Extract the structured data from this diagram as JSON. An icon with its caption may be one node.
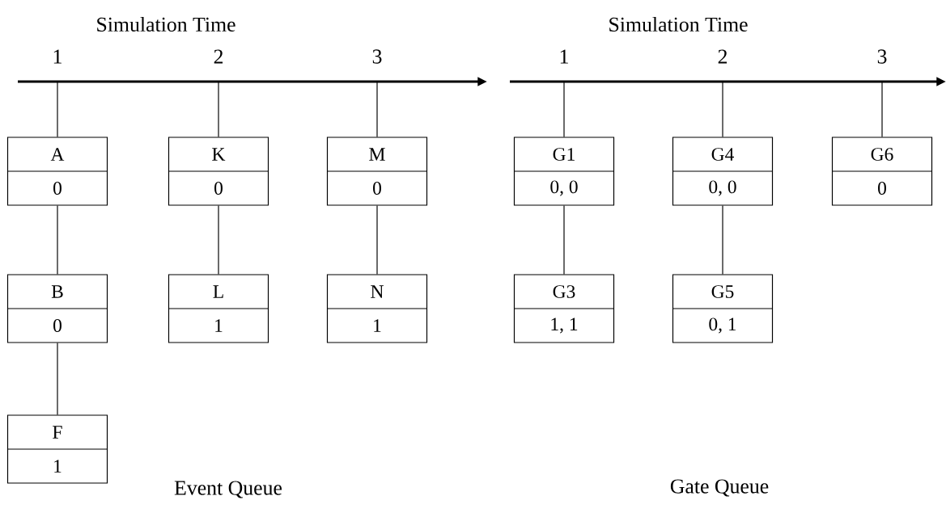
{
  "diagram": {
    "nodes": [
      {
        "text": [
          "A",
          "0"
        ]
      },
      {
        "text": [
          "B",
          "0"
        ]
      },
      {
        "text": [
          "F",
          "1"
        ]
      },
      {
        "text": [
          "K",
          "0"
        ]
      },
      {
        "text": [
          "L",
          "1"
        ]
      },
      {
        "text": [
          "M",
          "0"
        ]
      },
      {
        "text": [
          "N",
          "1"
        ]
      },
      {
        "text": [
          "G1",
          "0, 0"
        ]
      },
      {
        "text": [
          "G3",
          "1, 1"
        ]
      },
      {
        "text": [
          "G4",
          "0, 0"
        ]
      },
      {
        "text": [
          "G5",
          "0, 1"
        ]
      },
      {
        "text": [
          "G6",
          "0"
        ]
      }
    ],
    "edges": [
      {
        "from": null,
        "to": 0,
        "arrow": "none"
      },
      {
        "from": 0,
        "to": 1,
        "arrow": "none"
      },
      {
        "from": 1,
        "to": 2,
        "arrow": "none"
      },
      {
        "from": null,
        "to": 3,
        "arrow": "none"
      },
      {
        "from": 3,
        "to": 4,
        "arrow": "none"
      },
      {
        "from": null,
        "to": 5,
        "arrow": "none"
      },
      {
        "from": 5,
        "to": 6,
        "arrow": "none"
      },
      {
        "from": null,
        "to": 7,
        "arrow": "none"
      },
      {
        "from": 7,
        "to": 8,
        "arrow": "none"
      },
      {
        "from": null,
        "to": 9,
        "arrow": "none"
      },
      {
        "from": 9,
        "to": 10,
        "arrow": "none"
      },
      {
        "from": null,
        "to": 11,
        "arrow": "none"
      }
    ],
    "labels": [
      "Simulation Time",
      "Simulation Time",
      "1",
      "2",
      "3",
      "1",
      "2",
      "3",
      "Event Queue",
      "Gate Queue"
    ]
  }
}
